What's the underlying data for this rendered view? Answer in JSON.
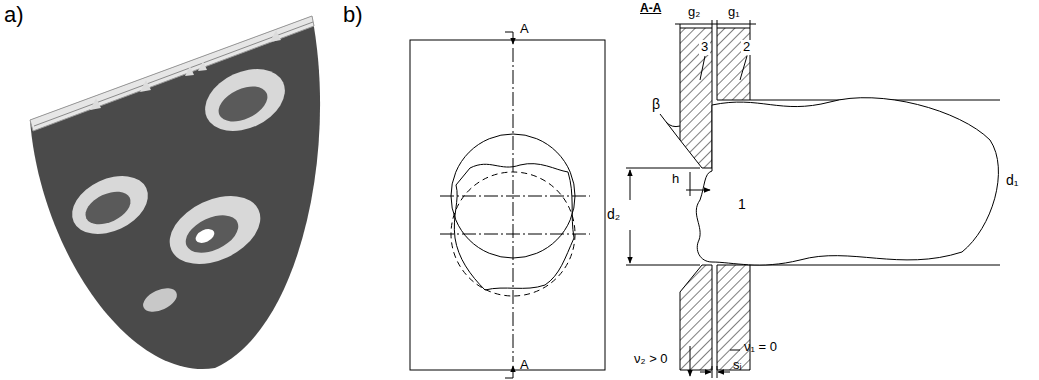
{
  "diagram": {
    "labels": [
      "a)",
      "b)",
      "A",
      "A",
      "A-A",
      "g₂",
      "g₁",
      "3",
      "2",
      "β",
      "h",
      "d₂",
      "1",
      "d₁",
      "ν₂ > 0",
      "ν₁ = 0",
      "sᵢ"
    ]
  }
}
